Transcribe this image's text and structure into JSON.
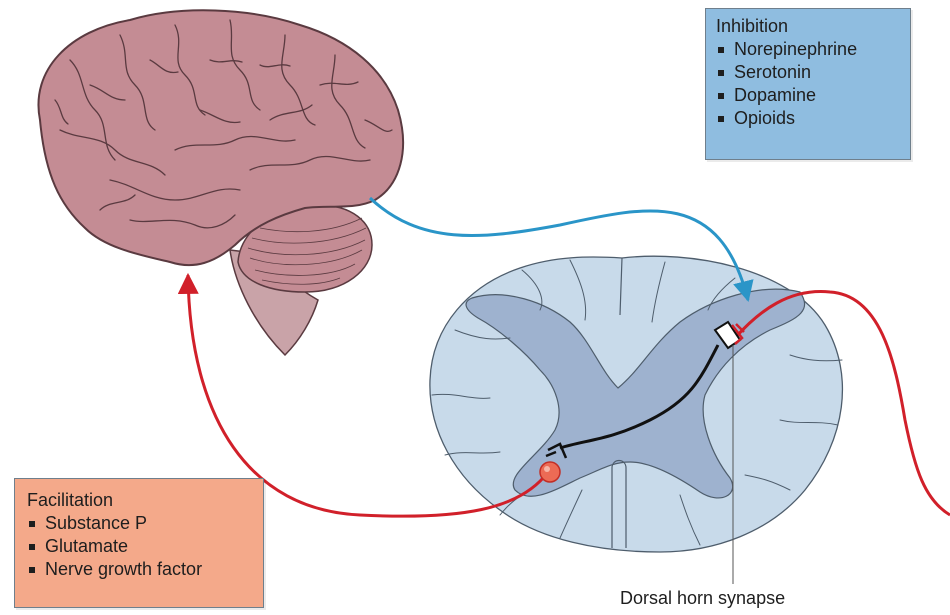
{
  "inhibition": {
    "title": "Inhibition",
    "items": [
      "Norepinephrine",
      "Serotonin",
      "Dopamine",
      "Opioids"
    ],
    "color": "#8fbde0"
  },
  "facilitation": {
    "title": "Facilitation",
    "items": [
      "Substance P",
      "Glutamate",
      "Nerve growth factor"
    ],
    "color": "#f4a98a"
  },
  "synapse_label": "Dorsal horn synapse",
  "colors": {
    "brain": "#c48c94",
    "brain_outline": "#5a3a40",
    "spinal_white_matter": "#c8daea",
    "spinal_grey_matter": "#9eb2cf",
    "descending_pathway": "#2a95c8",
    "ascending_pathway": "#d1202a",
    "interneuron": "#111111"
  }
}
